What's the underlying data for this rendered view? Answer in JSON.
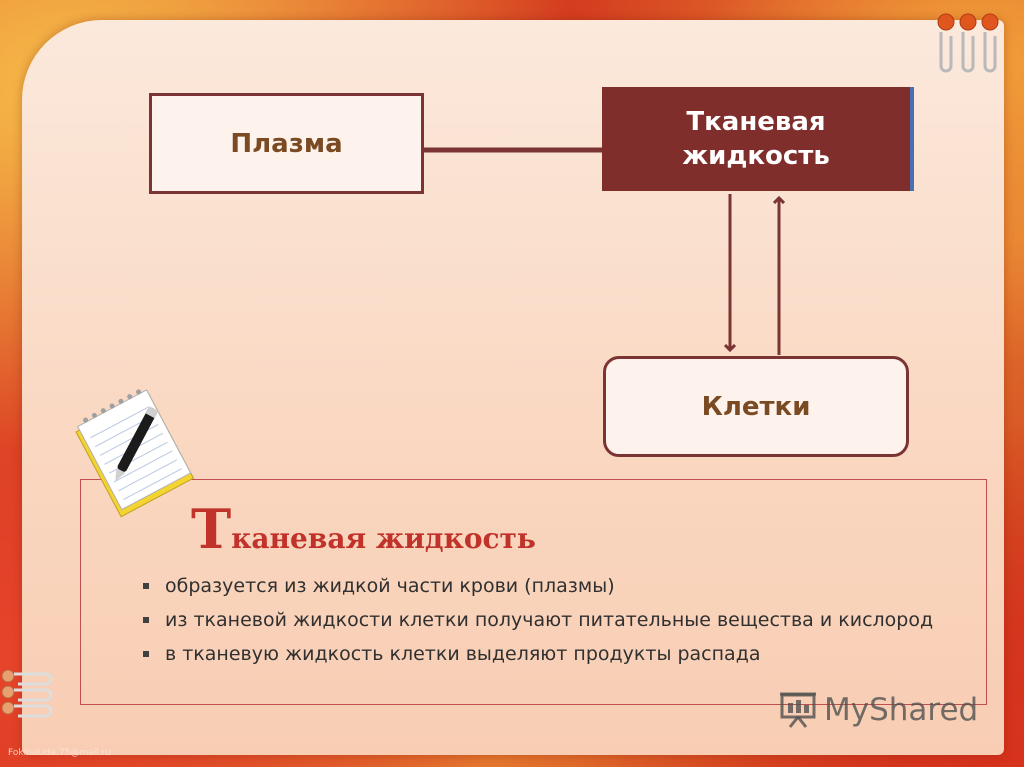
{
  "diagram": {
    "plasma_label": "Плазма",
    "tissue_fluid_label": "Тканевая жидкость",
    "cells_label": "Клетки"
  },
  "info": {
    "title_initial": "Т",
    "title_rest": "каневая жидкость",
    "bullets": [
      "образуется из жидкой части крови (плазмы)",
      "из тканевой жидкости клетки получают питательные вещества и кислород",
      "в тканевую жидкость клетки выделяют продукты распада"
    ]
  },
  "watermark": {
    "text": "MyShared",
    "icon": "projector-screen-icon"
  },
  "footer_credit": "FokinaLida.75@mail.ru",
  "colors": {
    "dark_red": "#7f2e2c",
    "border_red": "#7b3434",
    "title_red": "#c0322a",
    "label_brown": "#7a4a22"
  }
}
